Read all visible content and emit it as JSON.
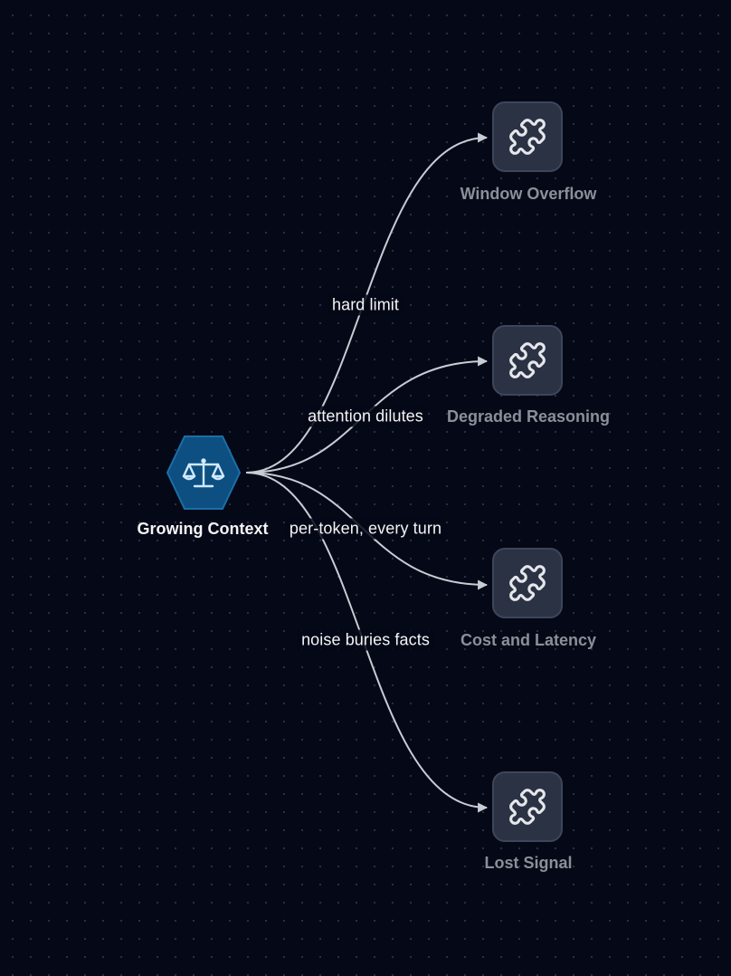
{
  "hub": {
    "label": "Growing Context",
    "icon": "scale-icon",
    "fill_color": "#0d4f80",
    "border_color": "#1a6fa8",
    "icon_color": "#cfe9ff"
  },
  "targets": [
    {
      "id": "window-overflow",
      "label": "Window Overflow",
      "icon": "puzzle-icon"
    },
    {
      "id": "degraded-reasoning",
      "label": "Degraded Reasoning",
      "icon": "puzzle-icon"
    },
    {
      "id": "cost-and-latency",
      "label": "Cost and Latency",
      "icon": "puzzle-icon"
    },
    {
      "id": "lost-signal",
      "label": "Lost Signal",
      "icon": "puzzle-icon"
    }
  ],
  "edges": [
    {
      "from": "hub",
      "to": "window-overflow",
      "label": "hard limit"
    },
    {
      "from": "hub",
      "to": "degraded-reasoning",
      "label": "attention dilutes"
    },
    {
      "from": "hub",
      "to": "cost-and-latency",
      "label": "per-token, every turn"
    },
    {
      "from": "hub",
      "to": "lost-signal",
      "label": "noise buries facts"
    }
  ],
  "colors": {
    "background": "#050816",
    "edge": "#c8ccd4",
    "tile_fill": "#2a3244",
    "tile_border": "#3d465a",
    "target_label": "#8b8f99",
    "text": "#f3f4f6"
  }
}
